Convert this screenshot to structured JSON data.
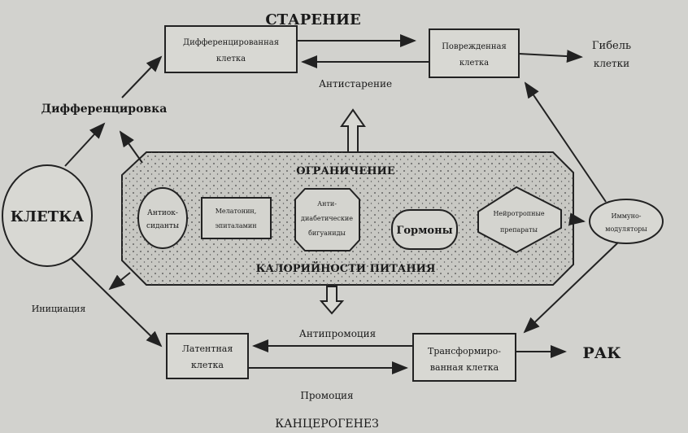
{
  "title_top": "СТАРЕНИЕ",
  "title_bottom": "КАНЦЕРОГЕНЕЗ",
  "cell": "КЛЕТКА",
  "differentiation": "Дифференцировка",
  "initiation": "Инициация",
  "diff_cell": [
    "Дифференцированная",
    "клетка"
  ],
  "damaged_cell": [
    "Поврежденная",
    "клетка"
  ],
  "death": [
    "Гибель",
    "клетки"
  ],
  "antiaging": "Антистарение",
  "restriction_top": "ОГРАНИЧЕНИЕ",
  "restriction_bottom": "КАЛОРИЙНОСТИ ПИТАНИЯ",
  "antioxidants": [
    "Антиок-",
    "сиданты"
  ],
  "melatonin": [
    "Мелатонин,",
    "эпиталамин"
  ],
  "biguanides": [
    "Анти-",
    "диабетические",
    "бигуаниды"
  ],
  "hormones": "Гормоны",
  "neurotropic": [
    "Нейротропные",
    "препараты"
  ],
  "immuno": [
    "Иммуно-",
    "модуляторы"
  ],
  "latent_cell": [
    "Латентная",
    "клетка"
  ],
  "antipromotion": "Антипромоция",
  "transformed_cell": [
    "Трансформиро-",
    "ванная клетка"
  ],
  "promotion": "Промоция",
  "cancer": "РАК"
}
